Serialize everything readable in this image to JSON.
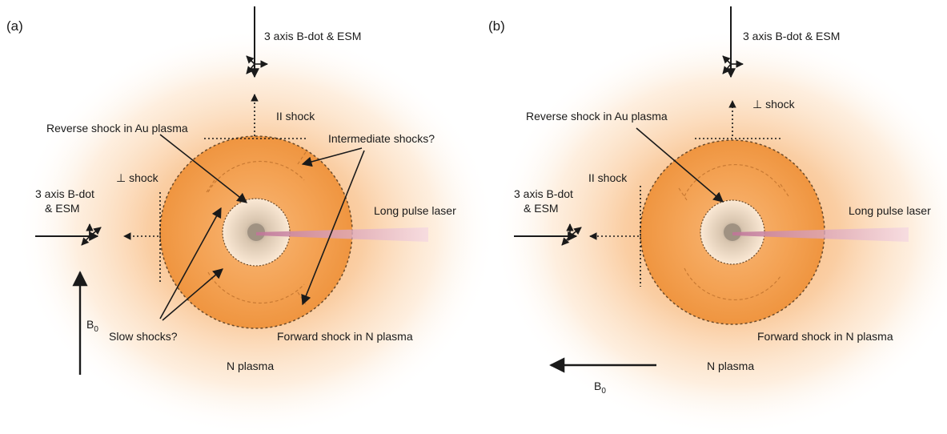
{
  "panels": [
    {
      "id": "a",
      "label": "(a)",
      "top_probe": "3 axis B-dot & ESM",
      "left_probe_line1": "3 axis B-dot",
      "left_probe_line2": "& ESM",
      "top_shock": "II shock",
      "left_shock": "⊥ shock",
      "reverse_shock": "Reverse shock in Au plasma",
      "intermediate": "Intermediate shocks?",
      "laser": "Long pulse laser",
      "slow": "Slow shocks?",
      "forward": "Forward shock in N plasma",
      "n_plasma": "N plasma",
      "b0": "B",
      "b0_sub": "0"
    },
    {
      "id": "b",
      "label": "(b)",
      "top_probe": "3 axis B-dot & ESM",
      "left_probe_line1": "3 axis B-dot",
      "left_probe_line2": "& ESM",
      "top_shock": "⊥ shock",
      "left_shock": "II shock",
      "reverse_shock": "Reverse shock in Au plasma",
      "laser": "Long pulse laser",
      "forward": "Forward shock in N plasma",
      "n_plasma": "N plasma",
      "b0": "B",
      "b0_sub": "0"
    }
  ],
  "colors": {
    "halo": "#f6a04a",
    "sphere": "#f39a45",
    "core": "#b0a69a",
    "laser": "#c27a9a",
    "line": "#1a1a1a"
  }
}
